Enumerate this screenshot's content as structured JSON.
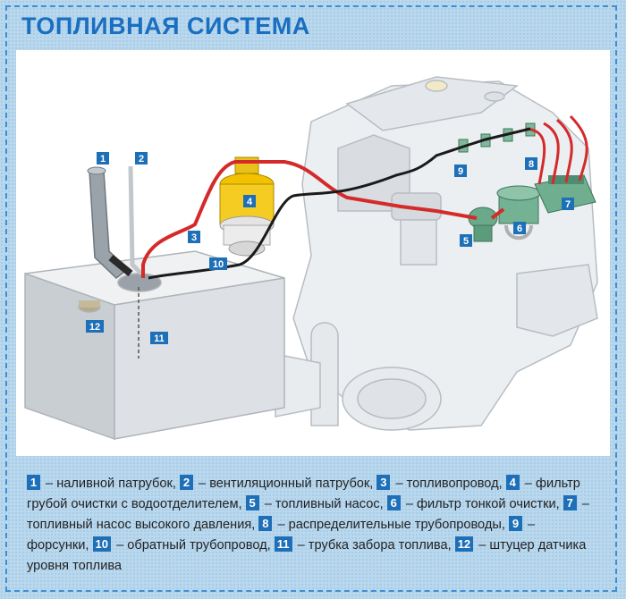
{
  "title": "ТОПЛИВНАЯ СИСТЕМА",
  "colors": {
    "accent": "#1d6fb8",
    "fuel_line": "#d42a2a",
    "return_line": "#1a1a1a",
    "filter": "#f2c200"
  },
  "callouts": [
    "1",
    "2",
    "3",
    "4",
    "5",
    "6",
    "7",
    "8",
    "9",
    "10",
    "11",
    "12"
  ],
  "legend": [
    {
      "num": "1",
      "text": " – наливной патрубок, "
    },
    {
      "num": "2",
      "text": " – вентиляционный патрубок, "
    },
    {
      "num": "3",
      "text": " – топливопровод, "
    },
    {
      "num": "4",
      "text": " – фильтр грубой очистки с водоотделителем, "
    },
    {
      "num": "5",
      "text": " – топливный насос, "
    },
    {
      "num": "6",
      "text": " – фильтр тонкой очистки, "
    },
    {
      "num": "7",
      "text": " – топливный насос высокого давления, "
    },
    {
      "num": "8",
      "text": " – распределительные трубопроводы, "
    },
    {
      "num": "9",
      "text": " – форсунки, "
    },
    {
      "num": "10",
      "text": " – обратный трубопровод, "
    },
    {
      "num": "11",
      "text": " – трубка забора топлива, "
    },
    {
      "num": "12",
      "text": " – штуцер датчика уровня топлива"
    }
  ]
}
